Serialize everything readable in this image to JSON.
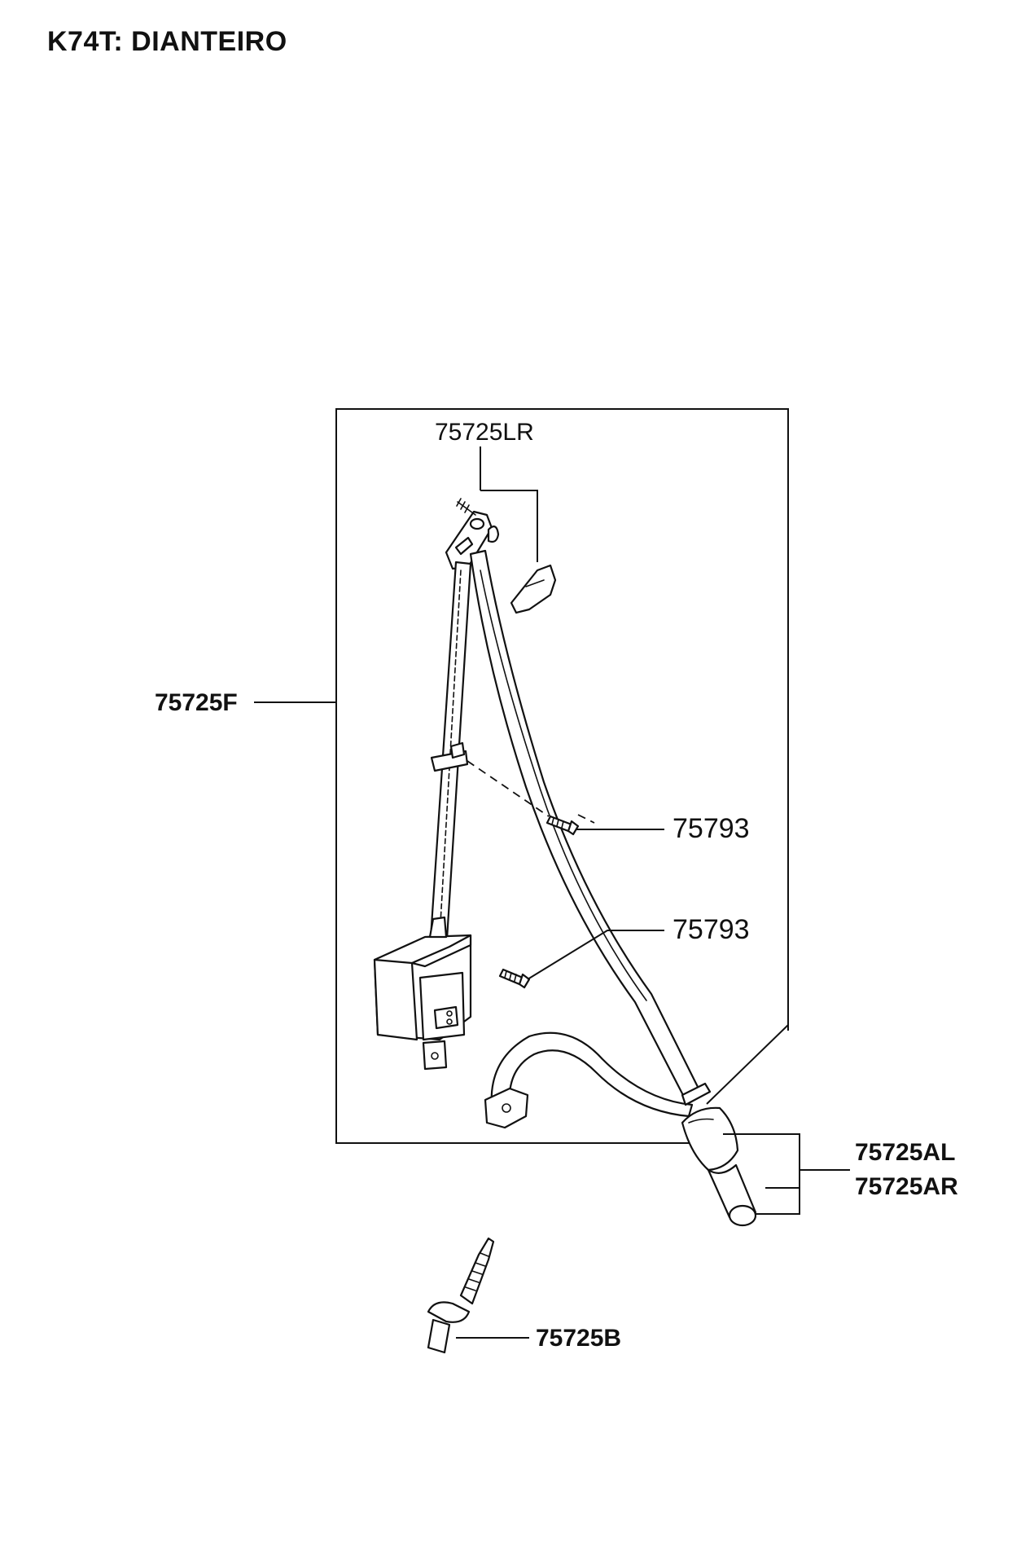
{
  "title": "K74T: DIANTEIRO",
  "callouts": {
    "retractor_cover": "75725LR",
    "belt_assembly": "75725F",
    "screw_upper": "75793",
    "screw_lower": "75793",
    "buckle_left": "75725AL",
    "buckle_right": "75725AR",
    "bolt": "75725B"
  }
}
